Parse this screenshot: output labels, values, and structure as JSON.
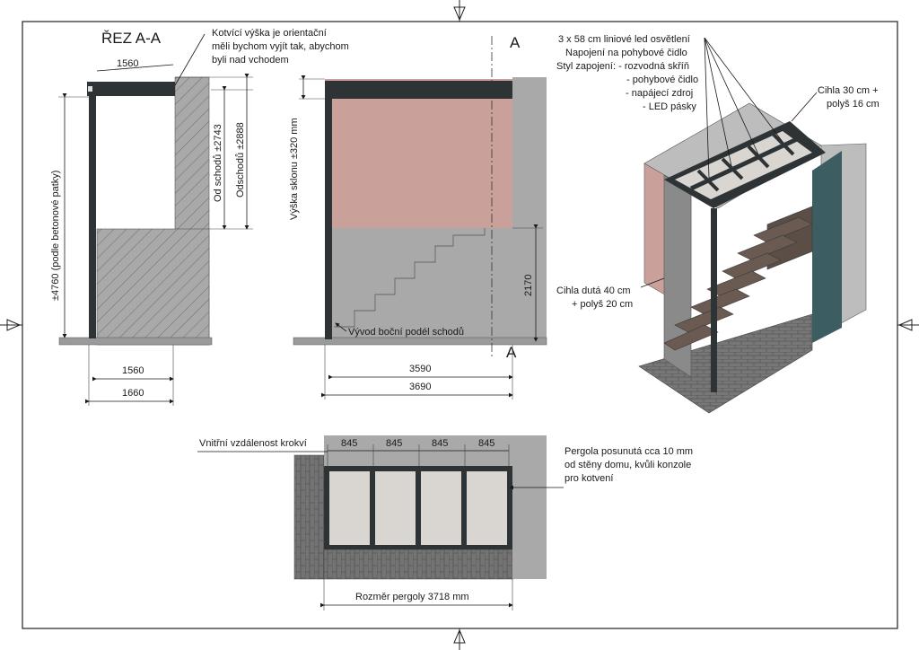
{
  "section_title": "ŘEZ A-A",
  "section_marks": {
    "top": "A",
    "bottom": "A"
  },
  "anchor_note": [
    "Kotvící výška je orientační",
    "měli bychom vyjít tak, abychom",
    "byli nad vchodem"
  ],
  "left_section": {
    "dim_top": "1560",
    "dim_height": "±4760 (podle betonové patky)",
    "dim_from_stairs": "Od schodů ±2743",
    "dim_away_stairs": "Odschodů ±2888",
    "dim_bottom_1": "1560",
    "dim_bottom_2": "1660"
  },
  "mid_section": {
    "dim_slope": "Výška sklonu ±320 mm",
    "dim_2170": "2170",
    "label_outlet": "Vývod boční podél schodů",
    "dim_bottom_1": "3590",
    "dim_bottom_2": "3690"
  },
  "iso_view": {
    "led_note": [
      "3 x 58 cm liniové led osvětlení",
      "Napojení na pohybové čidlo",
      "Styl zapojení: - rozvodná skříň",
      "- pohybové čidlo",
      "- napájecí zdroj",
      "- LED pásky"
    ],
    "brick_right": [
      "Cihla 30 cm +",
      "polyš 16 cm"
    ],
    "brick_left": [
      "Cihla dutá 40 cm",
      "+ polyš 20 cm"
    ]
  },
  "plan_view": {
    "label_inner": "Vnitřní vzdálenost krokví",
    "rafter_dims": [
      "845",
      "845",
      "845",
      "845"
    ],
    "pergola_note": [
      "Pergola posunutá cca 10 mm",
      "od stěny domu, kvůli konzole",
      "pro kotvení"
    ],
    "dim_total": "Rozměr pergoly 3718 mm"
  },
  "colors": {
    "wall_pink": "#c9a09a",
    "wall_grey": "#a9a9a9",
    "frame_dark": "#2e3336",
    "glass": "#d9d6d2",
    "teal": "#3c5e63",
    "brick": "#707070"
  }
}
